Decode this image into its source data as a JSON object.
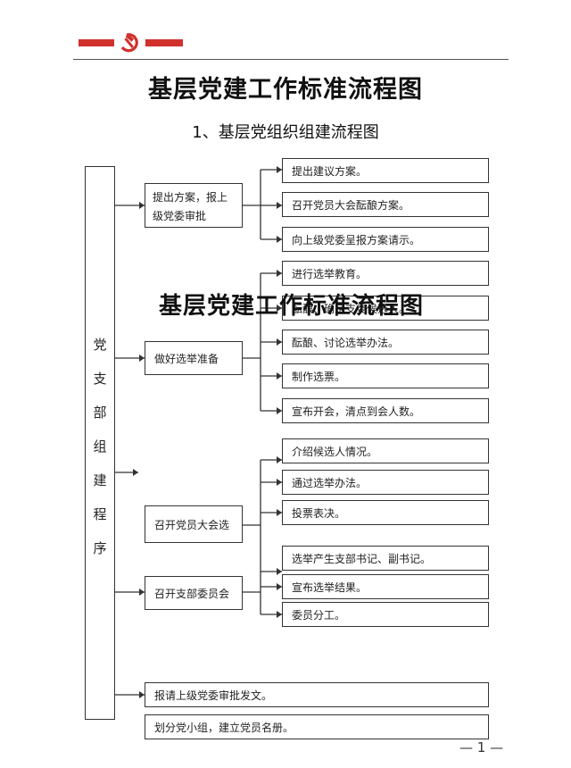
{
  "main_title": "基层党建工作标准流程图",
  "sub_title": "1、基层党组织组建流程图",
  "watermark_text": "基层党建工作标准流程图",
  "vertical_label": [
    "党",
    "支",
    "部",
    "组",
    "建",
    "程",
    "序"
  ],
  "stages": [
    {
      "label": "提出方案，报上级党委审批"
    },
    {
      "label": "做好选举准备"
    },
    {
      "label": "召开党员大会选"
    },
    {
      "label": "召开支部委员会"
    }
  ],
  "steps": [
    "提出建议方案。",
    "召开党员大会酝酿方案。",
    "向上级党委呈报方案请示。",
    "进行选举教育。",
    "酝酿、确定支委候选人。",
    "酝酿、讨论选举办法。",
    "制作选票。",
    "宣布开会，清点到会人数。",
    "介绍候选人情况。",
    "通过选举办法。",
    "投票表决。",
    "选举产生支部书记、副书记。",
    "宣布选举结果。",
    "委员分工。"
  ],
  "bottom_steps": [
    "报请上级党委审批发文。",
    "划分党小组，建立党员名册。"
  ],
  "page_number": "— 1 —",
  "colors": {
    "emblem_red": "#d0312d",
    "line": "#333333"
  }
}
